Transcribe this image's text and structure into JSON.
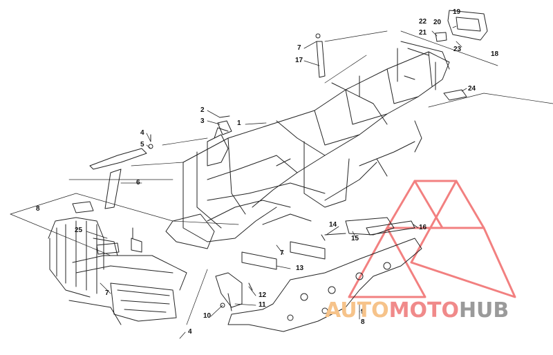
{
  "callouts": [
    "1",
    "2",
    "3",
    "4",
    "5",
    "6",
    "7",
    "8",
    "9",
    "10",
    "11",
    "12",
    "13",
    "14",
    "15",
    "16",
    "17",
    "18",
    "19",
    "20",
    "21",
    "22",
    "23",
    "24",
    "25"
  ],
  "watermark": {
    "part1": "AUTO",
    "part2": "MOTO",
    "part3": "HUB",
    "colors": {
      "auto": "#f6c38a",
      "moto": "#f08a8a",
      "hub": "#9a9a9a",
      "triangle": "#f06a6a"
    }
  },
  "colors": {
    "line": "#222222",
    "background": "#ffffff"
  }
}
